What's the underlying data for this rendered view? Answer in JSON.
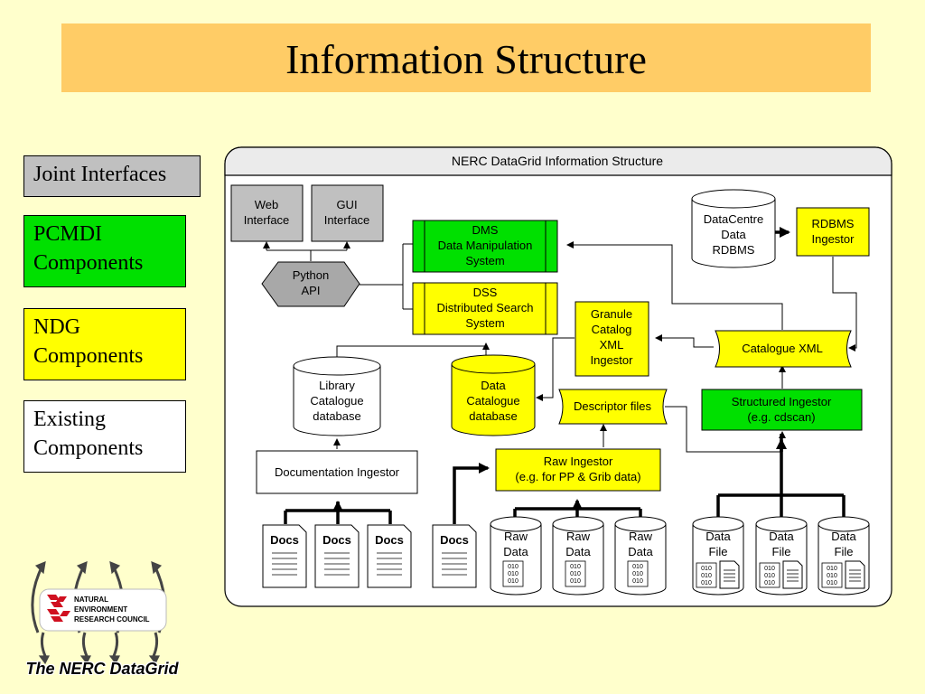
{
  "slide": {
    "title": "Information Structure"
  },
  "legend": {
    "joint": "Joint Interfaces",
    "pcmdi": [
      "PCMDI",
      "Components"
    ],
    "ndg": [
      "NDG",
      "Components"
    ],
    "existing": [
      "Existing",
      "Components"
    ]
  },
  "colors": {
    "background": "#FFFFCC",
    "banner": "#FFCC66",
    "joint": "#C0C0C0",
    "pcmdi": "#00E000",
    "ndg": "#FFFF00",
    "existing": "#FFFFFF"
  },
  "diagram": {
    "heading": "NERC DataGrid Information Structure",
    "web_interface": [
      "Web",
      "Interface"
    ],
    "gui_interface": [
      "GUI",
      "Interface"
    ],
    "python_api": [
      "Python",
      "API"
    ],
    "dms": [
      "DMS",
      "Data Manipulation",
      "System"
    ],
    "dss": [
      "DSS",
      "Distributed Search",
      "System"
    ],
    "datacentre_rdbms": [
      "DataCentre",
      "Data",
      "RDBMS"
    ],
    "rdbms_ingestor": [
      "RDBMS",
      "Ingestor"
    ],
    "granule_catalog": [
      "Granule",
      "Catalog",
      "XML",
      "Ingestor"
    ],
    "catalogue_xml": "Catalogue XML",
    "library_catalogue": [
      "Library",
      "Catalogue",
      "database"
    ],
    "data_catalogue": [
      "Data",
      "Catalogue",
      "database"
    ],
    "descriptor_files": "Descriptor files",
    "structured_ingestor": [
      "Structured Ingestor",
      "(e.g. cdscan)"
    ],
    "documentation_ingestor": "Documentation Ingestor",
    "raw_ingestor": [
      "Raw Ingestor",
      "(e.g. for PP & Grib data)"
    ],
    "docs_label": "Docs",
    "raw_data": [
      "Raw",
      "Data"
    ],
    "data_file": [
      "Data",
      "File"
    ],
    "binary": [
      "010",
      "010",
      "010"
    ]
  },
  "logo": {
    "org": [
      "NATURAL",
      "ENVIRONMENT",
      "RESEARCH COUNCIL"
    ],
    "caption": "The NERC DataGrid"
  }
}
